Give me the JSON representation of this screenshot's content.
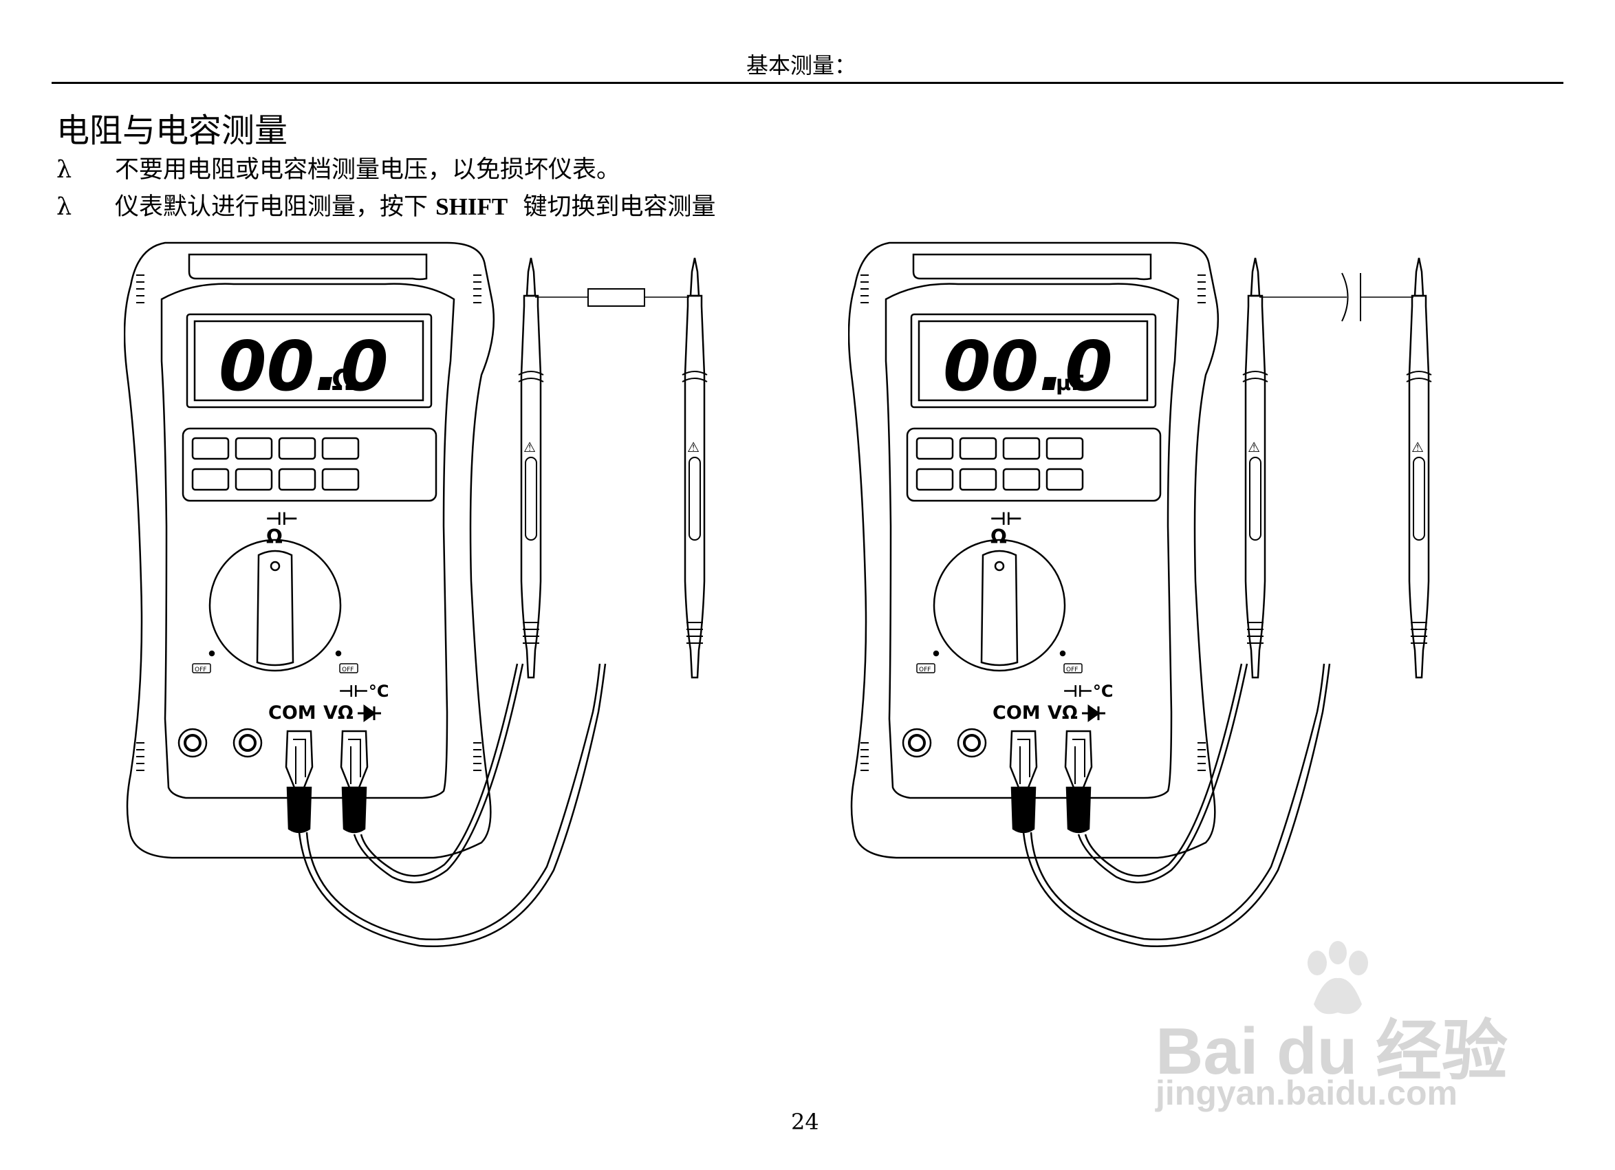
{
  "header": {
    "section": "基本测量："
  },
  "title": "电阻与电容测量",
  "bullets": [
    {
      "mark": "λ",
      "text_before": "不要用电阻或电容档测量电压，以免损坏仪表。",
      "bold": "",
      "text_after": ""
    },
    {
      "mark": "λ",
      "text_before": "仪表默认进行电阻测量，按下 ",
      "bold": "SHIFT",
      "text_after": "  键切换到电容测量"
    }
  ],
  "figures": [
    {
      "lcd_reading": "00.0",
      "lcd_unit": "Ω",
      "component": "resistor",
      "dial_symbol_top": "⊣⊢",
      "dial_symbol_bottom": "Ω",
      "off_left": "OFF",
      "off_right": "OFF",
      "jack_com_label": "COM",
      "jack_v_label": "VΩ",
      "jack_top_label": "⊣⊢°C",
      "probe_symbol": "⚠"
    },
    {
      "lcd_reading": "00.0",
      "lcd_unit": "μF",
      "component": "capacitor",
      "dial_symbol_top": "⊣⊢",
      "dial_symbol_bottom": "Ω",
      "off_left": "OFF",
      "off_right": "OFF",
      "jack_com_label": "COM",
      "jack_v_label": "VΩ",
      "jack_top_label": "⊣⊢°C",
      "probe_symbol": "⚠"
    }
  ],
  "page_number": "24",
  "watermark": {
    "brand": "Bai du 经验",
    "url": "jingyan.baidu.com"
  }
}
